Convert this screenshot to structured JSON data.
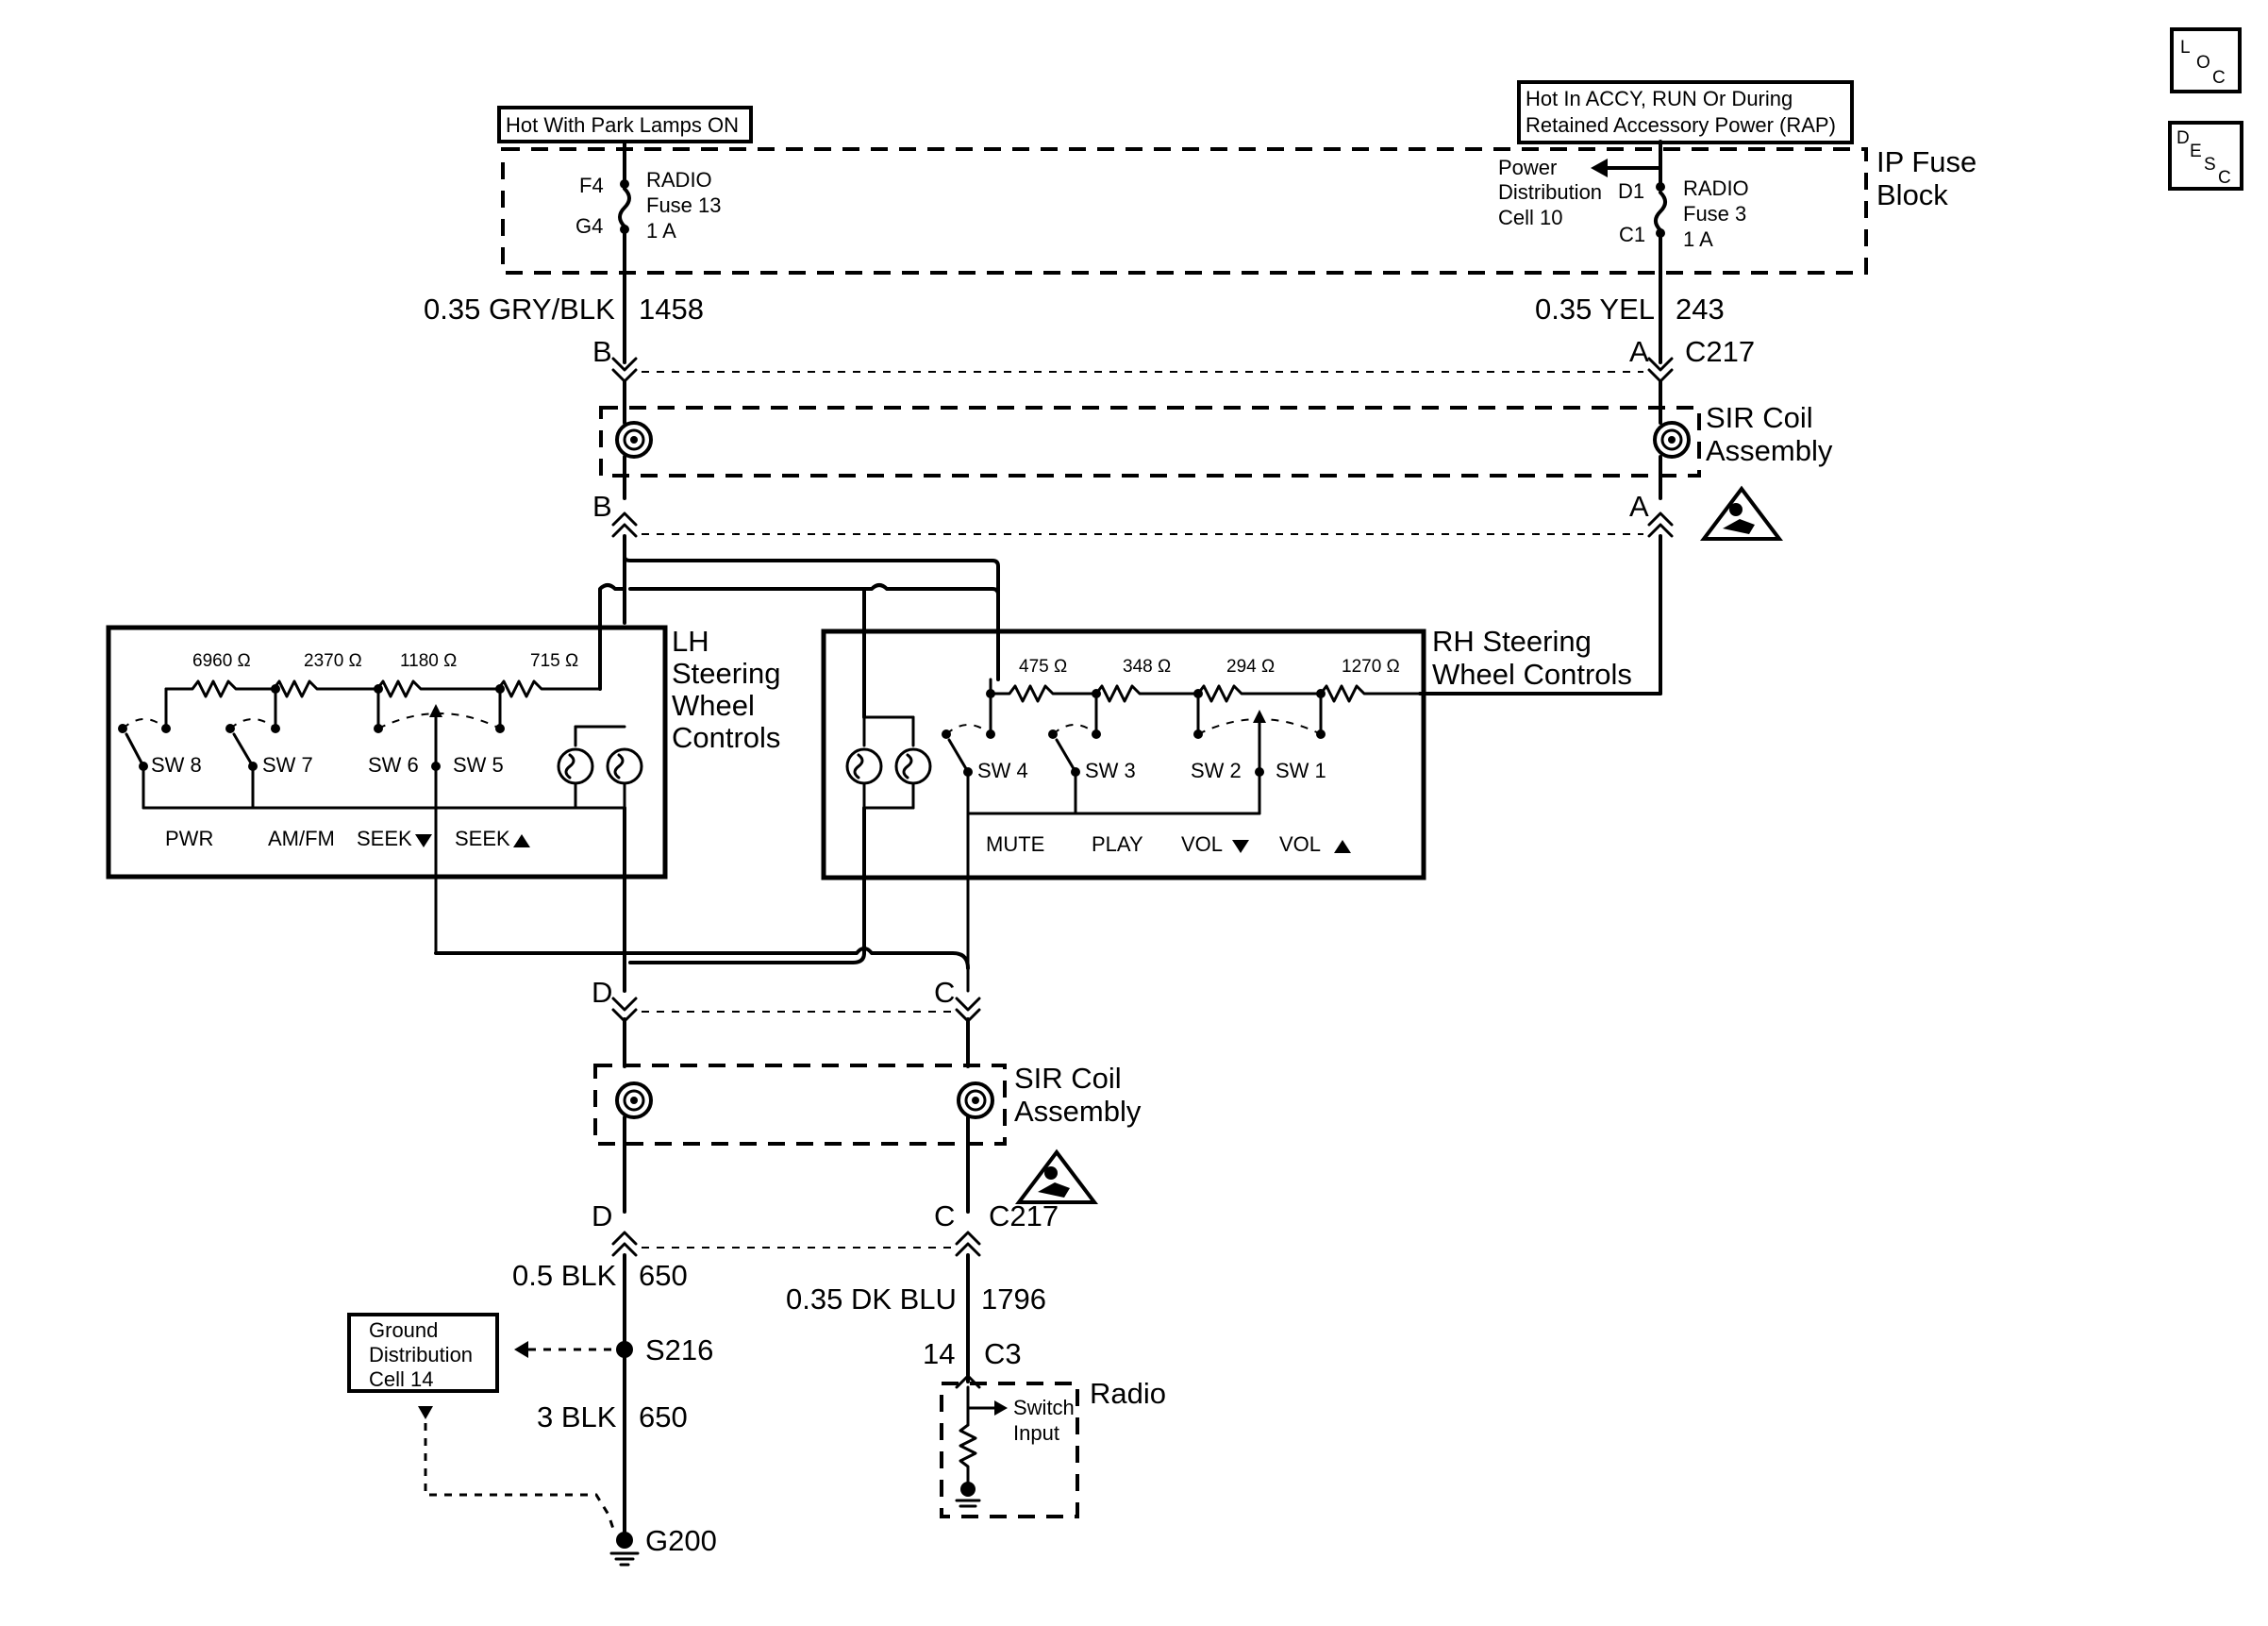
{
  "nav": {
    "loc_label": [
      "L",
      "O",
      "C"
    ],
    "desc_label": [
      "D",
      "E",
      "S",
      "C"
    ]
  },
  "power": {
    "park_lamps_label": "Hot With Park Lamps ON",
    "accy_label_line1": "Hot In ACCY, RUN Or During",
    "accy_label_line2": "Retained Accessory Power (RAP)",
    "ip_fuse_block_line1": "IP Fuse",
    "ip_fuse_block_line2": "Block",
    "power_dist_line1": "Power",
    "power_dist_line2": "Distribution",
    "power_dist_line3": "Cell 10"
  },
  "fuses": {
    "left": {
      "pin_top": "F4",
      "pin_bottom": "G4",
      "line1": "RADIO",
      "line2": "Fuse 13",
      "line3": "1 A"
    },
    "right": {
      "pin_top": "D1",
      "pin_bottom": "C1",
      "line1": "RADIO",
      "line2": "Fuse 3",
      "line3": "1 A"
    }
  },
  "wires": {
    "left_top": {
      "gauge": "0.35 GRY/BLK",
      "circuit": "1458"
    },
    "right_top": {
      "gauge": "0.35 YEL",
      "circuit": "243"
    },
    "ground_upper": {
      "gauge": "0.5 BLK",
      "circuit": "650"
    },
    "ground_lower": {
      "gauge": "3 BLK",
      "circuit": "650"
    },
    "radio": {
      "gauge": "0.35 DK BLU",
      "circuit": "1796"
    }
  },
  "connectors": {
    "c217": "C217",
    "c3": "C3",
    "pin_a": "A",
    "pin_b": "B",
    "pin_c": "C",
    "pin_d": "D",
    "pin_14": "14",
    "splice": "S216",
    "ground": "G200"
  },
  "sir": {
    "line1": "SIR Coil",
    "line2": "Assembly"
  },
  "lh_controls": {
    "title_line1": "LH",
    "title_line2": "Steering",
    "title_line3": "Wheel",
    "title_line4": "Controls",
    "resistors": [
      "6960 Ω",
      "2370 Ω",
      "1180 Ω",
      "715 Ω"
    ],
    "switches": [
      "SW 8",
      "SW 7",
      "SW 6",
      "SW 5"
    ],
    "functions": [
      "PWR",
      "AM/FM",
      "SEEK",
      "SEEK"
    ]
  },
  "rh_controls": {
    "title_line1": "RH Steering",
    "title_line2": "Wheel Controls",
    "resistors": [
      "475 Ω",
      "348 Ω",
      "294 Ω",
      "1270 Ω"
    ],
    "switches": [
      "SW 4",
      "SW 3",
      "SW 2",
      "SW 1"
    ],
    "functions": [
      "MUTE",
      "PLAY",
      "VOL",
      "VOL"
    ]
  },
  "ground_dist": {
    "line1": "Ground",
    "line2": "Distribution",
    "line3": "Cell 14"
  },
  "radio": {
    "label": "Radio",
    "switch_line1": "Switch",
    "switch_line2": "Input"
  }
}
